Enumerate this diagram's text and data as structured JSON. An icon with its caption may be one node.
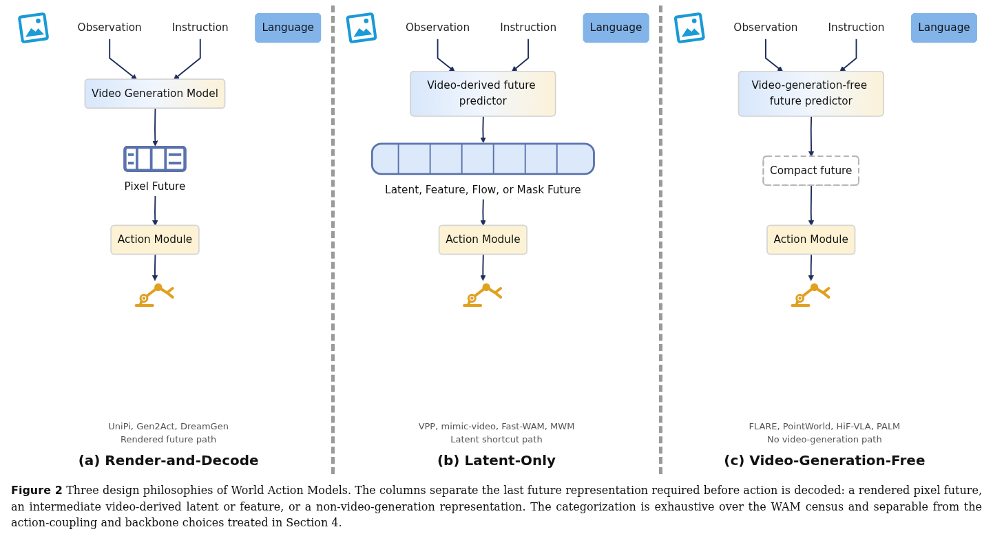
{
  "diagram": {
    "caption": "**Figure 2** Three design philosophies of World Action Models. The columns separate the last future representation required before action is decoded: a rendered pixel future, an intermediate video-derived latent or feature, or a non-video-generation representation. The categorization is exhaustive over the WAM census and separable from the action-coupling and backbone choices treated in Section 4.",
    "nodes": [
      {
        "text": [],
        "shape": "picture"
      },
      {
        "text": [
          "Language"
        ]
      },
      {
        "text": [
          "Observation"
        ]
      },
      {
        "text": [
          "Instruction"
        ]
      },
      {
        "text": [
          "Video Generation Model"
        ]
      },
      {
        "text": [],
        "shape": "picture",
        "beside": [
          "Pixel Future"
        ]
      },
      {
        "text": [
          "Action Module"
        ]
      },
      {
        "text": [],
        "shape": "picture"
      },
      {
        "text": [],
        "shape": "picture"
      },
      {
        "text": [
          "Language"
        ]
      },
      {
        "text": [
          "Observation"
        ]
      },
      {
        "text": [
          "Instruction"
        ]
      },
      {
        "text": [
          "Video-derived future predictor"
        ]
      },
      {
        "text": [],
        "shape": "bar",
        "beside": [
          "Latent, Feature, Flow, or Mask Future"
        ]
      },
      {
        "text": [
          "Action Module"
        ]
      },
      {
        "text": [],
        "shape": "picture"
      },
      {
        "text": [],
        "shape": "picture"
      },
      {
        "text": [
          "Language"
        ]
      },
      {
        "text": [
          "Observation"
        ]
      },
      {
        "text": [
          "Instruction"
        ]
      },
      {
        "text": [
          "Video-generation-free future predictor"
        ]
      },
      {
        "text": [
          "Compact future"
        ]
      },
      {
        "text": [
          "Action Module"
        ]
      },
      {
        "text": [],
        "shape": "picture"
      }
    ],
    "edges": [
      {
        "from": 2,
        "to": 4,
        "arrow": "to"
      },
      {
        "from": 3,
        "to": 4,
        "arrow": "to"
      },
      {
        "from": 4,
        "to": 5,
        "arrow": "to"
      },
      {
        "from": 5,
        "to": 6,
        "arrow": "to"
      },
      {
        "from": 6,
        "to": 7,
        "arrow": "to"
      },
      {
        "from": 10,
        "to": 12,
        "arrow": "to"
      },
      {
        "from": 11,
        "to": 12,
        "arrow": "to"
      },
      {
        "from": 12,
        "to": 13,
        "arrow": "to"
      },
      {
        "from": 13,
        "to": 14,
        "arrow": "to"
      },
      {
        "from": 14,
        "to": 15,
        "arrow": "to"
      },
      {
        "from": 18,
        "to": 20,
        "arrow": "to"
      },
      {
        "from": 19,
        "to": 20,
        "arrow": "to"
      },
      {
        "from": 20,
        "to": 21,
        "arrow": "to"
      },
      {
        "from": 21,
        "to": 22,
        "arrow": "to"
      },
      {
        "from": 22,
        "to": 23,
        "arrow": "to"
      }
    ],
    "labels": [
      "UniPi, Gen2Act, DreamGen",
      "Rendered future path",
      "(a) Render-and-Decode",
      "VPP, mimic-video, Fast-WAM, MWM",
      "Latent shortcut path",
      "(b) Latent-Only",
      "FLARE, PointWorld, HiF-VLA, PALM",
      "No video-generation path",
      "(c) Video-Generation-Free"
    ]
  }
}
